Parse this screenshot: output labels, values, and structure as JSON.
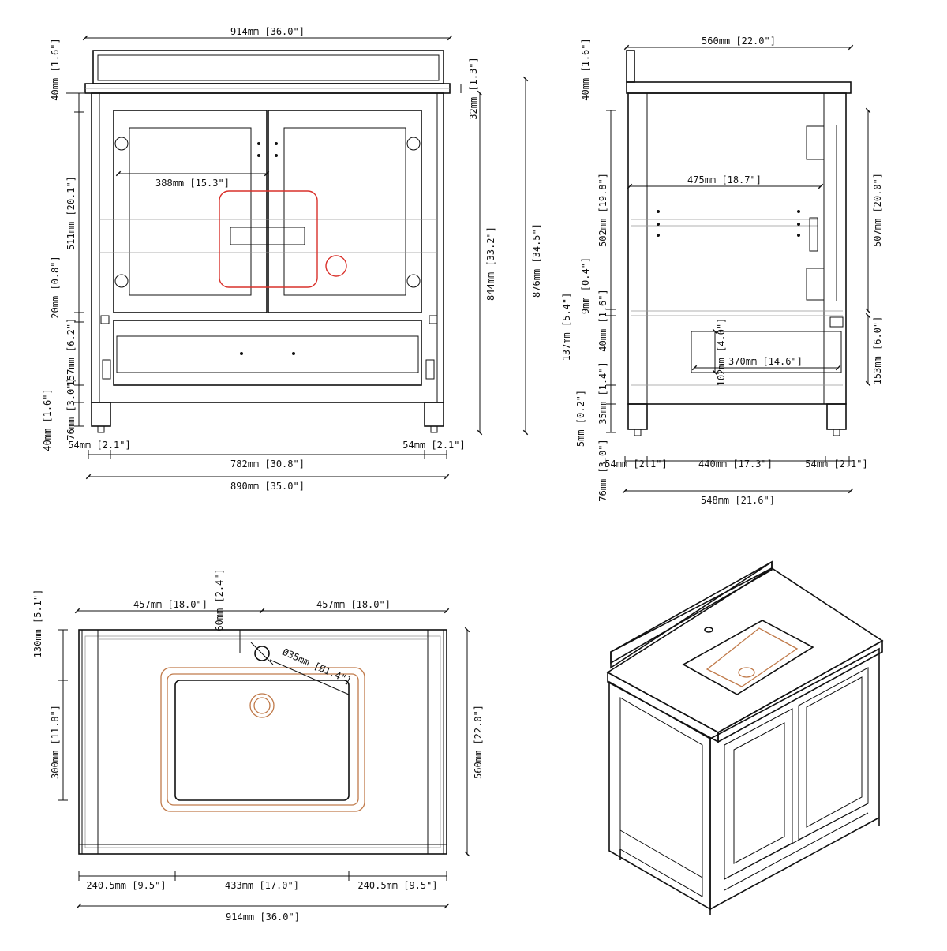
{
  "front": {
    "top_width": "914mm [36.0\"]",
    "backsplash_h": "40mm [1.6\"]",
    "top_thk": "32mm [1.3\"]",
    "door_h": "511mm [20.1\"]",
    "inner_w": "388mm [15.3\"]",
    "rail": "20mm [0.8\"]",
    "drawer_h": "157mm [6.2\"]",
    "bottom_rail": "40mm [1.6\"]",
    "leg_gap": "76mm [3.0\"]",
    "body_h": "844mm [33.2\"]",
    "total_h": "876mm [34.5\"]",
    "leg_left": "54mm [2.1\"]",
    "leg_right": "54mm [2.1\"]",
    "inner_span": "782mm [30.8\"]",
    "cabinet_w": "890mm [35.0\"]"
  },
  "side": {
    "top_depth": "560mm [22.0\"]",
    "backsplash_h": "40mm [1.6\"]",
    "inner_depth": "475mm [18.7\"]",
    "door_h": "502mm [19.8\"]",
    "right_h": "507mm [20.0\"]",
    "rail_9": "9mm [0.4\"]",
    "drawer_137": "137mm [5.4\"]",
    "rail_40": "40mm [1.6\"]",
    "drawer_box_h": "102mm [4.0\"]",
    "drawer_box_d": "370mm [14.6\"]",
    "drawer_153": "153mm [6.0\"]",
    "rail_35": "35mm [1.4\"]",
    "gap_5": "5mm [0.2\"]",
    "leg_76": "76mm [3.0\"]",
    "leg_left": "54mm [2.1\"]",
    "inner_span": "440mm [17.3\"]",
    "leg_right": "54mm [2.1\"]",
    "cabinet_d": "548mm [21.6\"]"
  },
  "top": {
    "half_left": "457mm [18.0\"]",
    "half_right": "457mm [18.0\"]",
    "hole_off": "60mm [2.4\"]",
    "edge_130": "130mm [5.1\"]",
    "hole_dia": "Ø35mm [Ø1.4\"]",
    "sink_depth": "300mm [11.8\"]",
    "top_depth": "560mm [22.0\"]",
    "side_left": "240.5mm [9.5\"]",
    "sink_w": "433mm [17.0\"]",
    "side_right": "240.5mm [9.5\"]",
    "top_width": "914mm [36.0\"]"
  },
  "colors": {
    "line": "#111111",
    "drain_outline": "#d9302a",
    "sink_outline": "#c07a4a"
  }
}
